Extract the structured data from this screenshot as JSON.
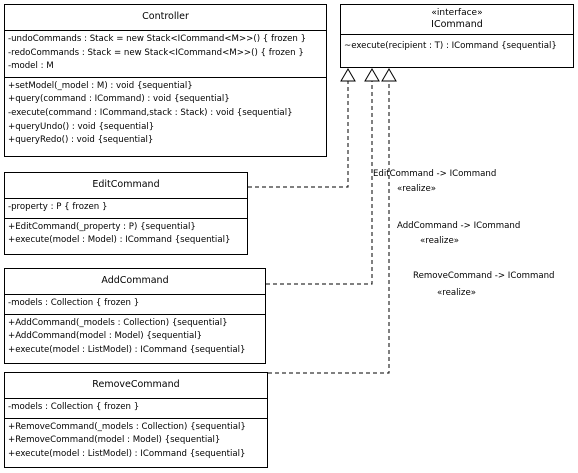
{
  "classes": {
    "controller": {
      "name": "Controller",
      "attributes": [
        "-undoCommands : Stack =  new Stack<ICommand<M>>() { frozen }",
        "-redoCommands : Stack =  new Stack<ICommand<M>>() { frozen }",
        "-model : M"
      ],
      "operations": [
        "+setModel(_model : M) : void {sequential}",
        "+query(command : ICommand) : void {sequential}",
        "-execute(command : ICommand,stack : Stack) : void {sequential}",
        "+queryUndo() : void {sequential}",
        "+queryRedo() : void {sequential}"
      ]
    },
    "icommand": {
      "stereotype": "«interface»",
      "name": "ICommand",
      "operations": [
        "~execute(recipient : T) : ICommand {sequential}"
      ]
    },
    "editcommand": {
      "name": "EditCommand",
      "attributes": [
        "-property : P { frozen }"
      ],
      "operations": [
        "+EditCommand(_property : P) {sequential}",
        "+execute(model : Model) : ICommand {sequential}"
      ]
    },
    "addcommand": {
      "name": "AddCommand",
      "attributes": [
        "-models : Collection { frozen }"
      ],
      "operations": [
        "+AddCommand(_models : Collection) {sequential}",
        "+AddCommand(model : Model) {sequential}",
        "+execute(model : ListModel) : ICommand {sequential}"
      ]
    },
    "removecommand": {
      "name": "RemoveCommand",
      "attributes": [
        "-models : Collection { frozen }"
      ],
      "operations": [
        "+RemoveCommand(_models : Collection) {sequential}",
        "+RemoveCommand(model : Model) {sequential}",
        "+execute(model : ListModel) : ICommand {sequential}"
      ]
    }
  },
  "relations": [
    {
      "name": "EditCommand -> ICommand",
      "stereotype": "«realize»"
    },
    {
      "name": "AddCommand -> ICommand",
      "stereotype": "«realize»"
    },
    {
      "name": "RemoveCommand -> ICommand",
      "stereotype": "«realize»"
    }
  ]
}
